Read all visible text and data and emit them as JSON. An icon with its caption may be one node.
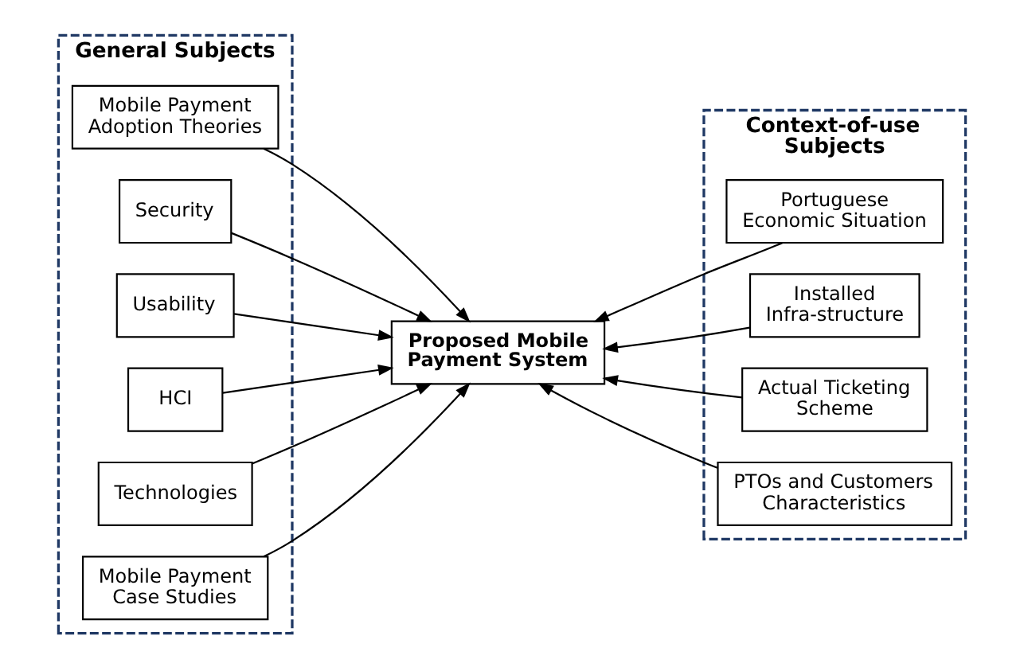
{
  "diagram": {
    "nodes": [
      {
        "text": [
          "General Subjects"
        ]
      },
      {
        "text": [
          "Mobile Payment Adoption Theories"
        ],
        "in": 0
      },
      {
        "text": [
          "Security"
        ],
        "in": 0
      },
      {
        "text": [
          "Usability"
        ],
        "in": 0
      },
      {
        "text": [
          "HCI"
        ],
        "in": 0
      },
      {
        "text": [
          "Technologies"
        ],
        "in": 0
      },
      {
        "text": [
          "Mobile Payment Case Studies"
        ],
        "in": 0
      },
      {
        "text": [
          "Proposed Mobile Payment System"
        ]
      },
      {
        "text": [
          "Context-of-use Subjects"
        ]
      },
      {
        "text": [
          "Portuguese Economic Situation"
        ],
        "in": 8
      },
      {
        "text": [
          "Installed Infra-structure"
        ],
        "in": 8
      },
      {
        "text": [
          "Actual Ticketing Scheme"
        ],
        "in": 8
      },
      {
        "text": [
          "PTOs and Customers Characteristics"
        ],
        "in": 8
      }
    ],
    "edges": [
      {
        "from": 1,
        "to": 7,
        "arrow": "to"
      },
      {
        "from": 2,
        "to": 7,
        "arrow": "to"
      },
      {
        "from": 3,
        "to": 7,
        "arrow": "to"
      },
      {
        "from": 4,
        "to": 7,
        "arrow": "to"
      },
      {
        "from": 5,
        "to": 7,
        "arrow": "to"
      },
      {
        "from": 6,
        "to": 7,
        "arrow": "to"
      },
      {
        "from": 9,
        "to": 7,
        "arrow": "to"
      },
      {
        "from": 10,
        "to": 7,
        "arrow": "to"
      },
      {
        "from": 11,
        "to": 7,
        "arrow": "to"
      },
      {
        "from": 12,
        "to": 7,
        "arrow": "to"
      }
    ]
  }
}
